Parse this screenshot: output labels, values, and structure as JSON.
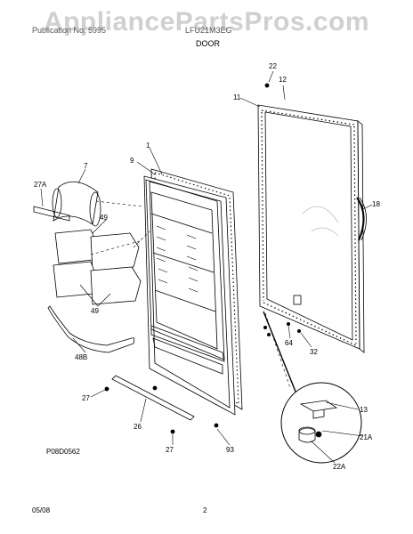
{
  "header": {
    "left_text": "Publication No: 5995",
    "center_code": "LFU21M3EG",
    "section": "DOOR"
  },
  "watermark": "AppliancePartsPros.com",
  "diagram": {
    "figure_code": "P08D0562",
    "callouts": [
      {
        "id": "c22",
        "label": "22"
      },
      {
        "id": "c12",
        "label": "12"
      },
      {
        "id": "c11",
        "label": "11"
      },
      {
        "id": "c1",
        "label": "1"
      },
      {
        "id": "c9",
        "label": "9"
      },
      {
        "id": "c7",
        "label": "7"
      },
      {
        "id": "c27a",
        "label": "27A"
      },
      {
        "id": "c49a",
        "label": "49"
      },
      {
        "id": "c49b",
        "label": "49"
      },
      {
        "id": "c18",
        "label": "18"
      },
      {
        "id": "c64",
        "label": "64"
      },
      {
        "id": "c32",
        "label": "32"
      },
      {
        "id": "c48b",
        "label": "48B"
      },
      {
        "id": "c27b",
        "label": "27"
      },
      {
        "id": "c26",
        "label": "26"
      },
      {
        "id": "c27c",
        "label": "27"
      },
      {
        "id": "c93",
        "label": "93"
      },
      {
        "id": "c13",
        "label": "13"
      },
      {
        "id": "c21a",
        "label": "21A"
      },
      {
        "id": "c22a",
        "label": "22A"
      }
    ]
  },
  "footer": {
    "date": "05/08",
    "page": "2"
  }
}
